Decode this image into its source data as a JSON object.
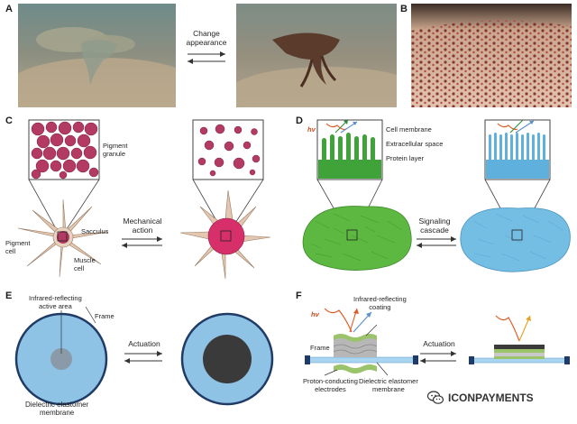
{
  "panels": {
    "A": {
      "letter": "A",
      "arrow_label_1": "Change",
      "arrow_label_2": "appearance"
    },
    "B": {
      "letter": "B"
    },
    "C": {
      "letter": "C",
      "pigment_granule": "Pigment\ngranule",
      "sacculus": "Sacculus",
      "pigment_cell": "Pigment\ncell",
      "muscle_cell": "Muscle\ncell",
      "arrow_label": "Mechanical\naction"
    },
    "D": {
      "letter": "D",
      "hv": "hv",
      "cell_membrane": "Cell membrane",
      "extracellular_space": "Extracellular space",
      "protein_layer": "Protein layer",
      "arrow_label": "Signaling\ncascade"
    },
    "E": {
      "letter": "E",
      "active_area": "Infrared-reflecting\nactive area",
      "frame": "Frame",
      "arrow_label": "Actuation",
      "dielectric": "Dielectric elastomer\nmembrane"
    },
    "F": {
      "letter": "F",
      "hv": "hv",
      "coating": "Infrared-reflecting\ncoating",
      "frame": "Frame",
      "arrow_label": "Actuation",
      "electrodes": "Proton-conducting\nelectrodes",
      "membrane": "Dielectric elastomer\nmembrane"
    }
  },
  "watermark": {
    "icon": "wechat-icon",
    "text": "ICONPAYMENTS"
  },
  "colors": {
    "pigment": "#b23a63",
    "green": "#3fa33a",
    "blue": "#5fb0dc",
    "frame_ring": "#8fc3e6",
    "gray_active": "#8a9aa8",
    "dark_active": "#3a3a3a"
  }
}
